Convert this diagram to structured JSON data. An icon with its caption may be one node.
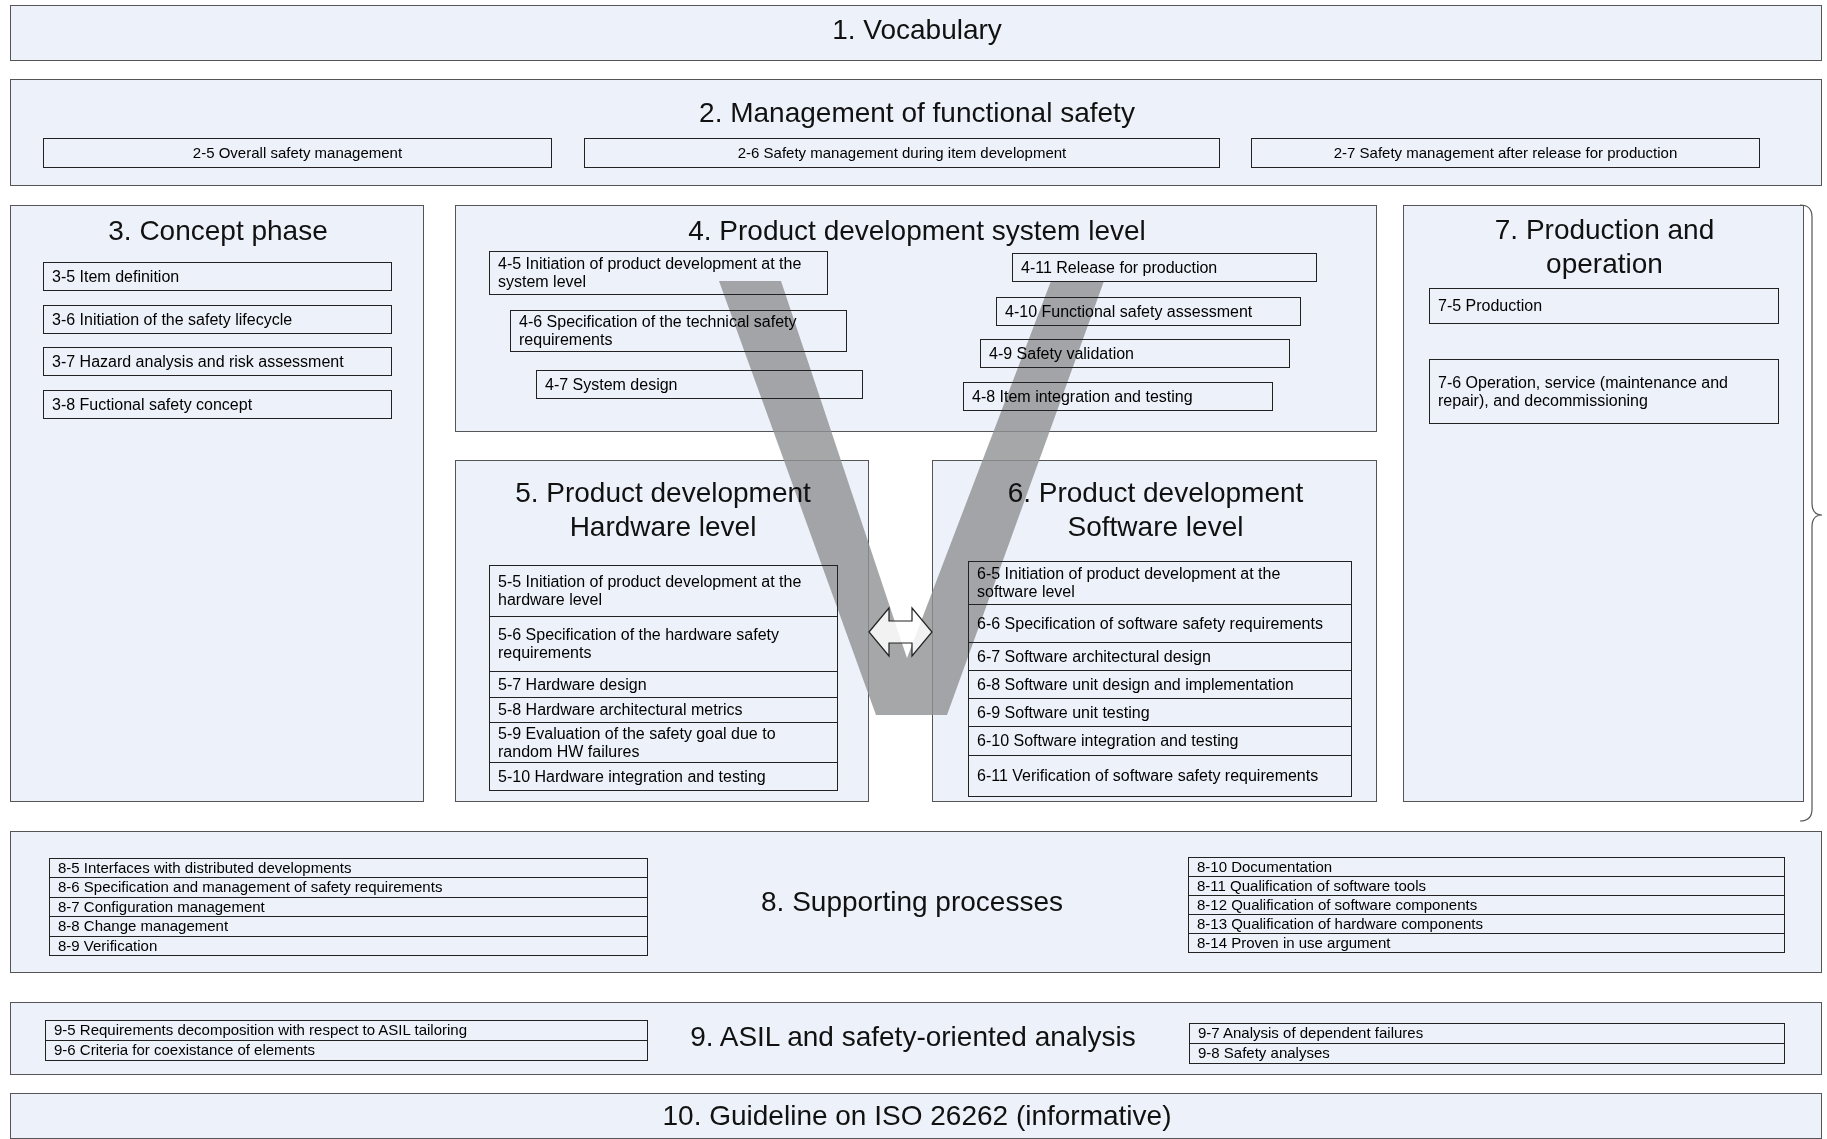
{
  "diagram": {
    "nodes": [
      {
        "text": [
          "1. Vocabulary"
        ]
      },
      {
        "text": [
          "2. Management of functional safety"
        ]
      },
      {
        "text": [
          "2-5 Overall safety management"
        ],
        "in": 1
      },
      {
        "text": [
          "2-6 Safety management during item development"
        ],
        "in": 1
      },
      {
        "text": [
          "2-7 Safety management after release for production"
        ],
        "in": 1
      },
      {
        "text": [
          "3. Concept phase"
        ]
      },
      {
        "text": [
          "3-5 Item definition"
        ],
        "in": 5
      },
      {
        "text": [
          "3-6 Initiation of the safety lifecycle"
        ],
        "in": 5
      },
      {
        "text": [
          "3-7 Hazard analysis and risk assessment"
        ],
        "in": 5
      },
      {
        "text": [
          "3-8 Fuctional safety concept"
        ],
        "in": 5
      },
      {
        "text": [
          "4. Product development system level"
        ]
      },
      {
        "text": [
          "4-5 Initiation of product development at the system level"
        ],
        "in": 10
      },
      {
        "text": [
          "4-6 Specification of the technical safety requirements"
        ],
        "in": 10
      },
      {
        "text": [
          "4-7 System design"
        ],
        "in": 10
      },
      {
        "text": [
          "4-11 Release for production"
        ],
        "in": 10
      },
      {
        "text": [
          "4-10 Functional safety assessment"
        ],
        "in": 10
      },
      {
        "text": [
          "4-9 Safety validation"
        ],
        "in": 10
      },
      {
        "text": [
          "4-8 Item integration and testing"
        ],
        "in": 10
      },
      {
        "text": [
          "5. Product development Hardware level"
        ]
      },
      {
        "text": [
          "5-5 Initiation of product development at the hardware level"
        ],
        "in": 18
      },
      {
        "text": [
          "5-6 Specification of the hardware safety requirements"
        ],
        "in": 18
      },
      {
        "text": [
          "5-7 Hardware design"
        ],
        "in": 18
      },
      {
        "text": [
          "5-8 Hardware architectural metrics"
        ],
        "in": 18
      },
      {
        "text": [
          "5-9 Evaluation of the safety goal due to random HW failures"
        ],
        "in": 18
      },
      {
        "text": [
          "5-10 Hardware integration and testing"
        ],
        "in": 18
      },
      {
        "text": [
          "6. Product development Software level"
        ]
      },
      {
        "text": [
          "6-5 Initiation of product development at the software level"
        ],
        "in": 25
      },
      {
        "text": [
          "6-6 Specification of software safety requirements"
        ],
        "in": 25
      },
      {
        "text": [
          "6-7 Software architectural design"
        ],
        "in": 25
      },
      {
        "text": [
          "6-8 Software unit design and implementation"
        ],
        "in": 25
      },
      {
        "text": [
          "6-9 Software unit testing"
        ],
        "in": 25
      },
      {
        "text": [
          "6-10 Software integration and testing"
        ],
        "in": 25
      },
      {
        "text": [
          "6-11 Verification of software safety requirements"
        ],
        "in": 25
      },
      {
        "text": [
          "7. Production and operation"
        ]
      },
      {
        "text": [
          "7-5 Production"
        ],
        "in": 33
      },
      {
        "text": [
          "7-6 Operation, service (maintenance and repair), and decommissioning"
        ],
        "in": 33
      },
      {
        "text": [
          "8. Supporting processes"
        ]
      },
      {
        "text": [
          "8-5 Interfaces with distributed developments"
        ],
        "in": 36
      },
      {
        "text": [
          "8-6 Specification and management of safety requirements"
        ],
        "in": 36
      },
      {
        "text": [
          "8-7 Configuration management"
        ],
        "in": 36
      },
      {
        "text": [
          "8-8 Change management"
        ],
        "in": 36
      },
      {
        "text": [
          "8-9 Verification"
        ],
        "in": 36
      },
      {
        "text": [
          "8-10 Documentation"
        ],
        "in": 36
      },
      {
        "text": [
          "8-11 Qualification of software tools"
        ],
        "in": 36
      },
      {
        "text": [
          "8-12 Qualification of software components"
        ],
        "in": 36
      },
      {
        "text": [
          "8-13 Qualification of hardware components"
        ],
        "in": 36
      },
      {
        "text": [
          "8-14 Proven in use argument"
        ],
        "in": 36
      },
      {
        "text": [
          "9. ASIL and safety-oriented analysis"
        ]
      },
      {
        "text": [
          "9-5 Requirements decomposition with respect to ASIL tailoring"
        ],
        "in": 47
      },
      {
        "text": [
          "9-6 Criteria for coexistance of elements"
        ],
        "in": 47
      },
      {
        "text": [
          "9-7 Analysis of dependent failures"
        ],
        "in": 47
      },
      {
        "text": [
          "9-8 Safety analyses"
        ],
        "in": 47
      },
      {
        "text": [
          "10. Guideline on ISO 26262 (informative)"
        ]
      }
    ],
    "edges": [
      {
        "from": 18,
        "to": 25,
        "arrow": "both"
      }
    ]
  }
}
